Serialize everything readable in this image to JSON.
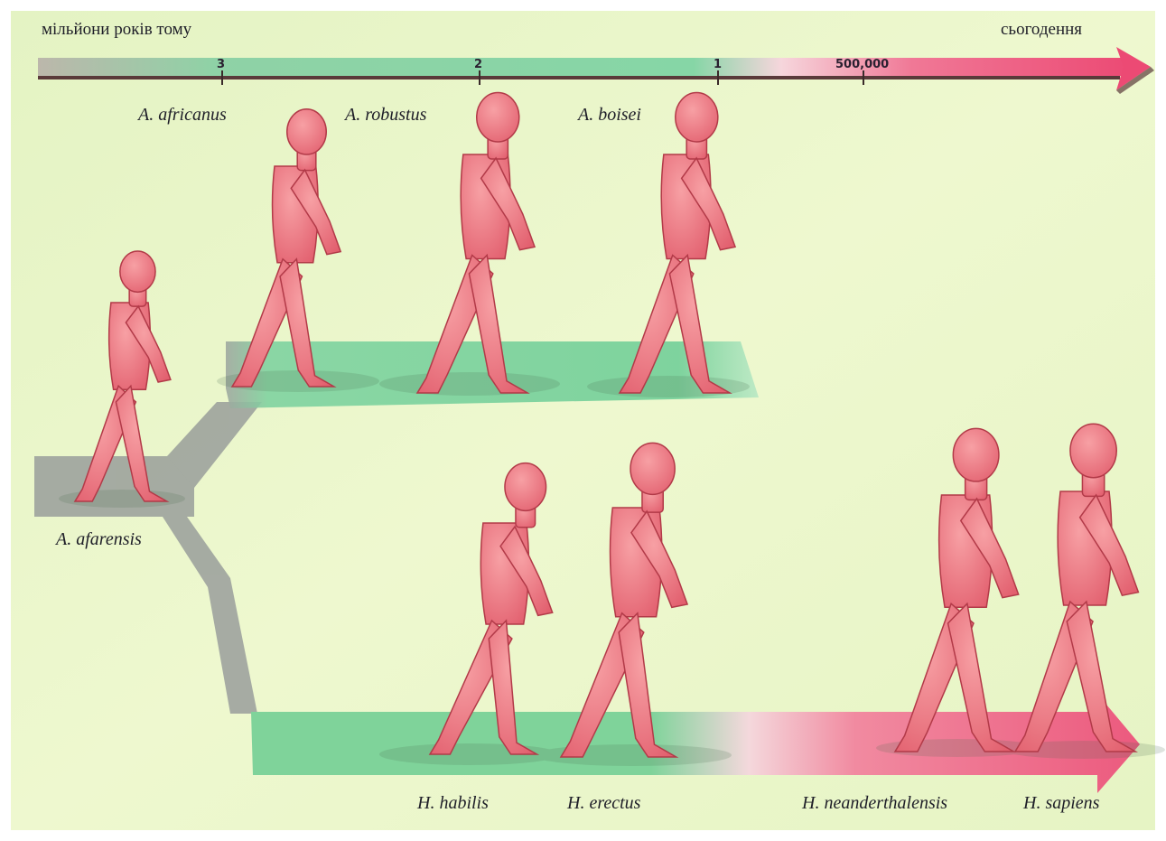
{
  "timeline": {
    "left_label": "мільйони років тому",
    "right_label": "сьогодення",
    "ticks": [
      "3",
      "2",
      "1",
      "500,000"
    ]
  },
  "species": {
    "afarensis": "A. afarensis",
    "africanus": "A. africanus",
    "robustus": "A. robustus",
    "boisei": "A. boisei",
    "habilis": "H. habilis",
    "erectus": "H. erectus",
    "neanderthalensis": "H. neanderthalensis",
    "sapiens": "H. sapiens"
  },
  "colors": {
    "background": "#e8f5c8",
    "timeline_gray": "#b9b4a8",
    "timeline_green": "#7fd6a4",
    "timeline_pink": "#f0527a",
    "figure_fill": "#ee7a84",
    "figure_stroke": "#b23a48",
    "path_gray": "#8f9294",
    "path_green": "#6fcf92"
  }
}
